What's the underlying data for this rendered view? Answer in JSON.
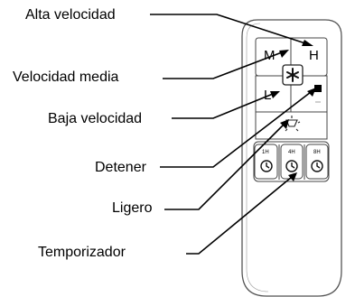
{
  "labels": {
    "high_speed": "Alta velocidad",
    "medium_speed": "Velocidad media",
    "low_speed": "Baja velocidad",
    "stop": "Detener",
    "light": "Ligero",
    "timer": "Temporizador"
  },
  "remote": {
    "high_button": "H",
    "medium_button": "M",
    "low_button": "L",
    "timer_1h": "1H",
    "timer_4h": "4H",
    "timer_8h": "8H"
  },
  "icons": {
    "fan": "fan-icon",
    "stop": "stop-square-icon",
    "light": "light-bulb-icon",
    "clock": "clock-icon"
  },
  "colors": {
    "line": "#000000",
    "body_outline": "#555555",
    "text": "#000000"
  }
}
